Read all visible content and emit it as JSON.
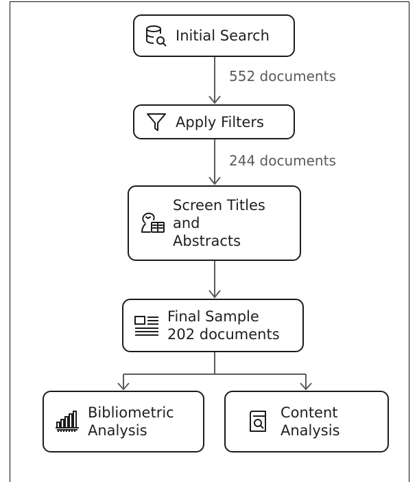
{
  "nodes": {
    "initial_search": {
      "label": "Initial Search",
      "icon": "database-search-icon"
    },
    "apply_filters": {
      "label": "Apply Filters",
      "icon": "filter-icon"
    },
    "screen": {
      "line1": "Screen Titles",
      "line2": "and",
      "line3": "Abstracts",
      "icon": "person-reading-icon"
    },
    "final_sample": {
      "line1": "Final Sample",
      "line2": "202 documents",
      "icon": "document-list-icon"
    },
    "bibliometric": {
      "line1": "Bibliometric",
      "line2": "Analysis",
      "icon": "bar-chart-icon"
    },
    "content": {
      "line1": "Content",
      "line2": "Analysis",
      "icon": "document-search-icon"
    }
  },
  "edges": {
    "search_to_filters": "552 documents",
    "filters_to_screen": "244 documents"
  },
  "colors": {
    "stroke": "#1a1a1a",
    "edge_line": "#5a5a5a",
    "edge_text": "#5a5a5a"
  }
}
